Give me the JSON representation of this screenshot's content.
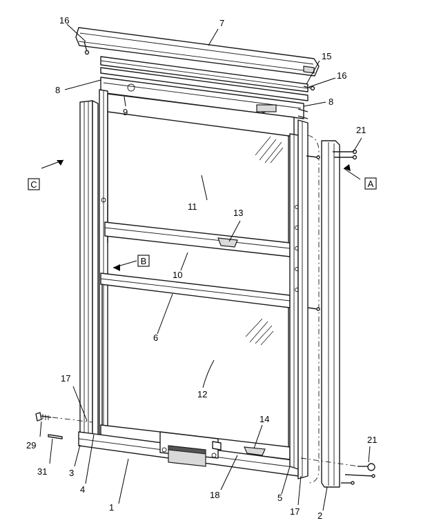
{
  "callouts": {
    "c1": "1",
    "c2": "2",
    "c3": "3",
    "c4": "4",
    "c5": "5",
    "c6": "6",
    "c7": "7",
    "c8a": "8",
    "c8b": "8",
    "c9": "9",
    "c10": "10",
    "c11": "11",
    "c12": "12",
    "c13": "13",
    "c14": "14",
    "c15": "15",
    "c16a": "16",
    "c16b": "16",
    "c17a": "17",
    "c17b": "17",
    "c18": "18",
    "c21a": "21",
    "c21b": "21",
    "c29": "29",
    "c31": "31"
  },
  "view_refs": {
    "a": "A",
    "b": "B",
    "c": "C"
  }
}
